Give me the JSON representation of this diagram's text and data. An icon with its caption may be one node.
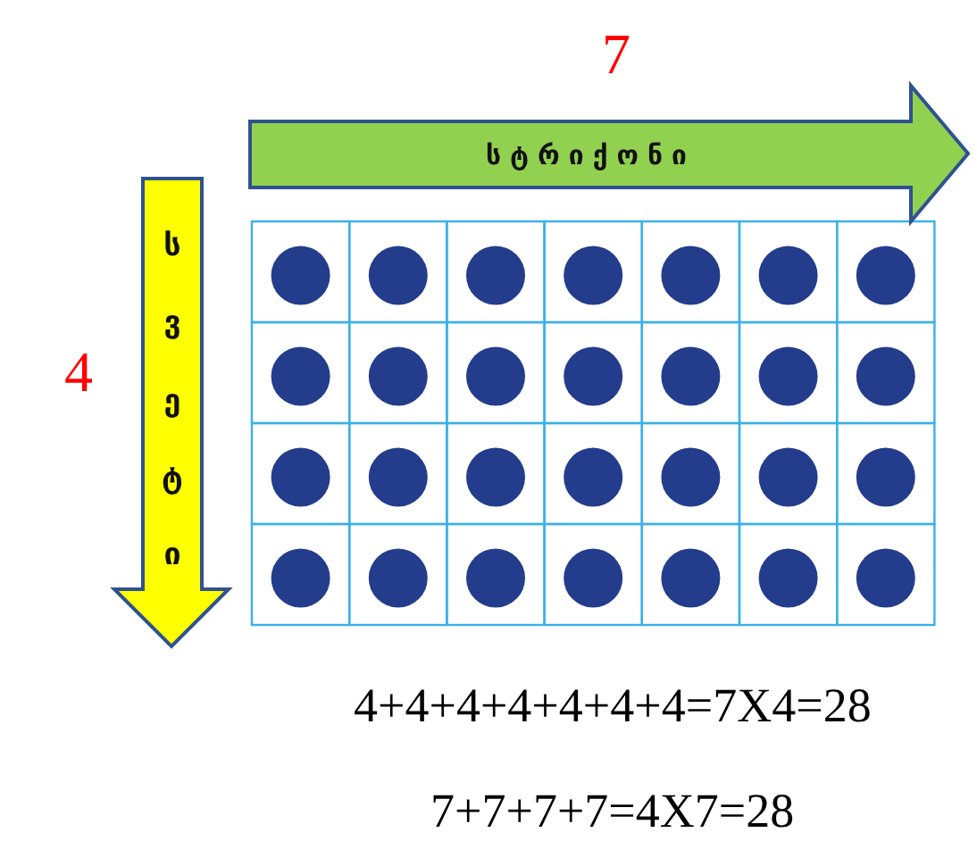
{
  "diagram": {
    "nodes": [
      {
        "text": [
          "სტრიქონი"
        ]
      },
      {
        "text": [
          "სვეტი"
        ]
      }
    ],
    "labels": [
      "7",
      "4",
      "4+4+4+4+4+4+4=7X4=28",
      "7+7+7+7=4X7=28"
    ]
  }
}
